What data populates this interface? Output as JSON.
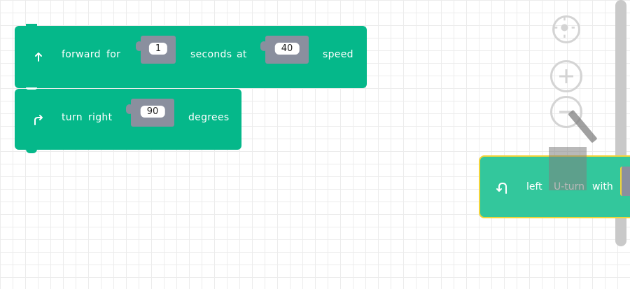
{
  "blocks": {
    "forward": {
      "label_forward": "forward",
      "label_for": "for",
      "seconds_value": "1",
      "label_seconds": "seconds",
      "label_at": "at",
      "speed_value": "40",
      "label_speed": "speed"
    },
    "turn": {
      "label_turn": "turn",
      "label_right": "right",
      "degrees_value": "90",
      "label_degrees": "degrees"
    },
    "dragging": {
      "label_left": "left",
      "label_uturn": "U-turn",
      "label_with": "with"
    }
  },
  "colors": {
    "block_green": "#05b88a",
    "param_gray": "#8a8f9e",
    "drag_outline": "#f2d43a"
  },
  "icons": {
    "forward": "arrow-up-icon",
    "turn": "turn-right-icon",
    "uturn": "u-turn-left-icon",
    "recenter": "crosshair-icon",
    "zoom_in": "zoom-in-icon",
    "zoom_out": "zoom-out-icon",
    "trash": "trash-icon"
  }
}
